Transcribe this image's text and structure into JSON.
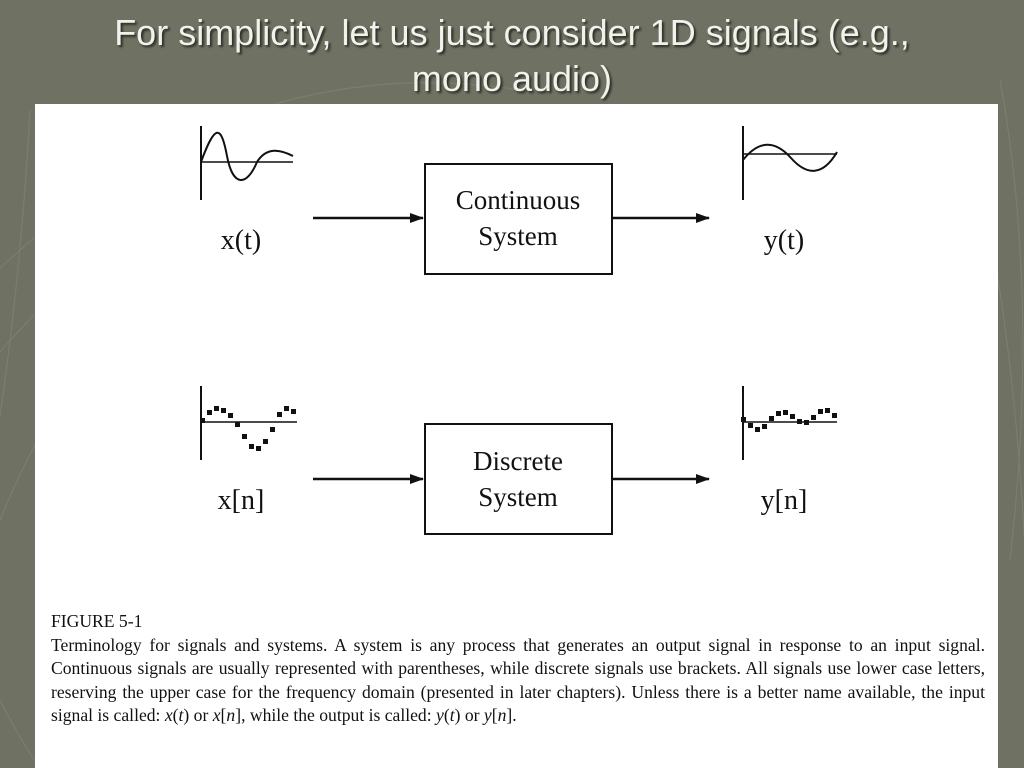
{
  "slide": {
    "title_line1": "For simplicity, let us just consider 1D signals (e.g.,",
    "title_line2": "mono audio)"
  },
  "diagram": {
    "continuous": {
      "input_label": "x(t)",
      "system_line1": "Continuous",
      "system_line2": "System",
      "output_label": "y(t)"
    },
    "discrete": {
      "input_label": "x[n]",
      "system_line1": "Discrete",
      "system_line2": "System",
      "output_label": "y[n]"
    }
  },
  "caption": {
    "heading": "FIGURE 5-1",
    "body_part1": "Terminology for signals and systems.  A system is any process that generates an output signal in response to an input signal. Continuous signals are usually represented with parentheses, while discrete signals use brackets.  All signals use lower case letters, reserving the upper case for the frequency domain (presented in later chapters).   Unless there is a better name available, the input signal is called: ",
    "x": "x",
    "t": "t",
    "n": "n",
    "y": "y",
    "or": " or ",
    "while_output": ", while the output is called: ",
    "lparen": "(",
    "rparen": ")",
    "lbracket": "[",
    "rbracket": "]",
    "end": "."
  },
  "colors": {
    "background": "#6f7162",
    "title_text": "#f2f2ec",
    "panel": "#ffffff",
    "ink": "#111111"
  }
}
